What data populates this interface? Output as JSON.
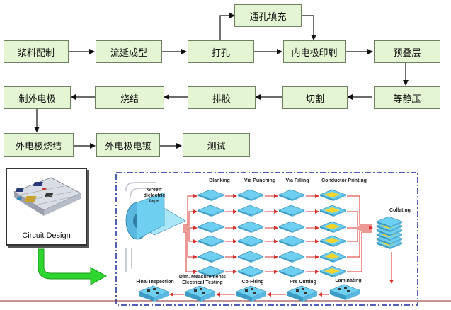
{
  "flowchart": {
    "steps": [
      "浆料配制",
      "流延成型",
      "打孔",
      "通孔填充",
      "内电极印刷",
      "预叠层",
      "等静压",
      "切割",
      "排胶",
      "烧结",
      "制外电极",
      "外电极烧结",
      "外电极电镀",
      "测试"
    ]
  },
  "process_illustration": {
    "circuit_design_label": "Circuit Design",
    "green_tape_label": "Green dielectric tape",
    "blanking_label": "Blanking",
    "via_punching_label": "Via Punching",
    "via_filling_label": "Via Filling",
    "conductor_printing_label": "Conductor Printing",
    "collating_label": "Collating",
    "laminating_label": "Laminating",
    "pre_cutting_label": "Pre Cutting",
    "co_firing_label": "Co-Firing",
    "dim_measurements_label": "Dim. Measurements",
    "electrical_testing_label": "Electrical Testing",
    "final_inspection_label": "Final Inspection"
  },
  "colors": {
    "box_fill": "#e3f5d2",
    "box_border": "#6e7f62",
    "tape_blue": "#6ecff0",
    "conductor_yellow": "#f2d52c",
    "flow_red": "#d9312b",
    "dash_blue": "#1a2a9c",
    "arrow_green": "#2fd52f"
  }
}
